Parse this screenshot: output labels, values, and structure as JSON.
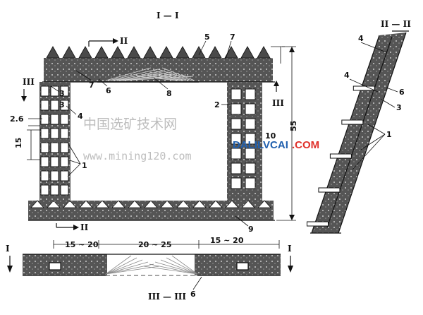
{
  "sections": {
    "top": "I — I",
    "side": "II — II",
    "bottom": "III — III",
    "mark_I": "I",
    "mark_II": "II",
    "mark_III": "III"
  },
  "labels": {
    "n1": "1",
    "n2": "2",
    "n3": "3",
    "n4": "4",
    "n5": "5",
    "n6": "6",
    "n7": "7",
    "n8": "8",
    "n9": "9"
  },
  "dims": {
    "d26": "2.6",
    "d15": "15",
    "d55": "55",
    "d10": "10",
    "d15_20": "15 ~ 20",
    "d20_25": "20 ~ 25"
  },
  "watermark": {
    "cn": "中国选矿技术网",
    "url": "www.mining120.com",
    "brand_a": "DALILVCAI",
    "brand_b": ".COM",
    "colors": {
      "cn": "#bdbdbd",
      "brand_a": "#1f5fae",
      "brand_b": "#e0312a"
    }
  }
}
